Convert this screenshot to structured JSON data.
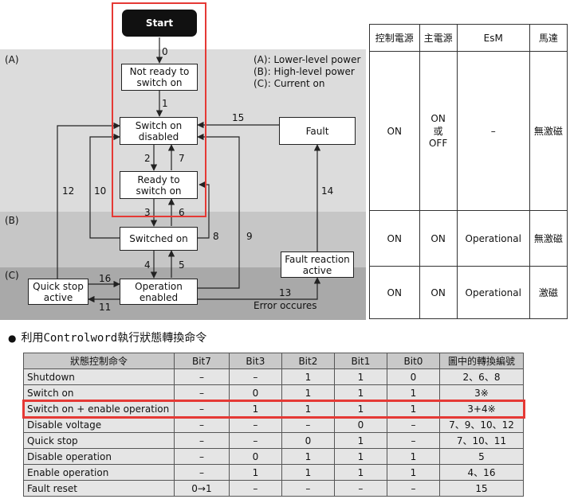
{
  "diagram": {
    "region_a": "(A)",
    "region_b": "(B)",
    "region_c": "(C)",
    "legend": [
      "(A): Lower-level power",
      "(B): High-level power",
      "(C): Current on"
    ],
    "states": {
      "start": "Start",
      "not_ready": "Not ready to\nswitch on",
      "switch_disabled": "Switch on\ndisabled",
      "ready": "Ready to\nswitch on",
      "switched_on": "Switched on",
      "operation_enabled": "Operation\nenabled",
      "quick_stop": "Quick stop\nactive",
      "fault": "Fault",
      "fault_reaction": "Fault reaction\nactive"
    },
    "transitions": {
      "t0": "0",
      "t1": "1",
      "t2": "2",
      "t3": "3",
      "t4": "4",
      "t5": "5",
      "t6": "6",
      "t7": "7",
      "t8": "8",
      "t9": "9",
      "t10": "10",
      "t11": "11",
      "t12": "12",
      "t13": "13",
      "t14": "14",
      "t15": "15",
      "t16": "16"
    },
    "error_label": "Error occures"
  },
  "power_table": {
    "headers": [
      "控制電源",
      "主電源",
      "EsM",
      "馬達"
    ],
    "rows": [
      [
        "ON",
        "ON\n或\nOFF",
        "–",
        "無激磁"
      ],
      [
        "ON",
        "ON",
        "Operational",
        "無激磁"
      ],
      [
        "ON",
        "ON",
        "Operational",
        "激磁"
      ]
    ]
  },
  "bullet": {
    "text": "利用Controlword執行狀態轉換命令"
  },
  "command_table": {
    "headers": [
      "狀態控制命令",
      "Bit7",
      "Bit3",
      "Bit2",
      "Bit1",
      "Bit0",
      "圖中的轉換編號"
    ],
    "rows": [
      [
        "Shutdown",
        "–",
        "–",
        "1",
        "1",
        "0",
        "2、6、8"
      ],
      [
        "Switch on",
        "–",
        "0",
        "1",
        "1",
        "1",
        "3※"
      ],
      [
        "Switch on + enable operation",
        "–",
        "1",
        "1",
        "1",
        "1",
        "3+4※"
      ],
      [
        "Disable voltage",
        "–",
        "–",
        "–",
        "0",
        "–",
        "7、9、10、12"
      ],
      [
        "Quick stop",
        "–",
        "–",
        "0",
        "1",
        "–",
        "7、10、11"
      ],
      [
        "Disable operation",
        "–",
        "0",
        "1",
        "1",
        "1",
        "5"
      ],
      [
        "Enable operation",
        "–",
        "1",
        "1",
        "1",
        "1",
        "4、16"
      ],
      [
        "Fault reset",
        "0→1",
        "–",
        "–",
        "–",
        "–",
        "15"
      ]
    ]
  },
  "colors": {
    "band_a": "#dcdcdc",
    "band_b": "#c6c6c6",
    "band_c": "#a9a9a9",
    "highlight": "#e53935"
  }
}
